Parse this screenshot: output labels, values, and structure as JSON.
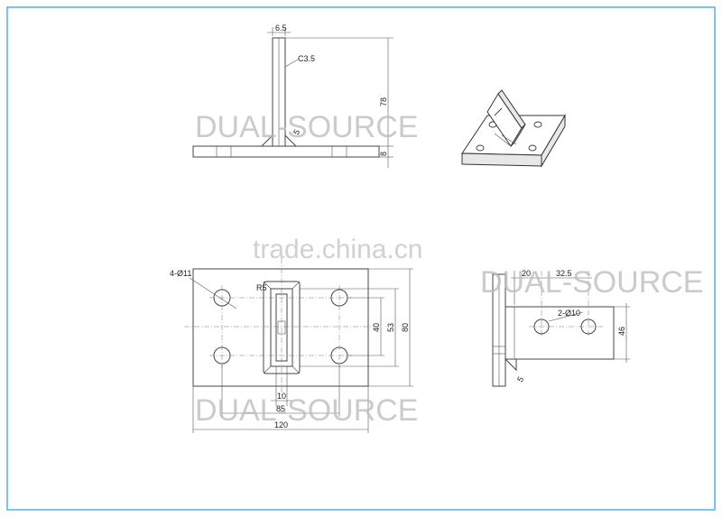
{
  "frame": {
    "border_color": "#4fb3e8",
    "stroke": "#444444"
  },
  "front_view": {
    "dims": {
      "thickness": "6.5",
      "chamfer": "C3.5",
      "height": "78",
      "base_thickness": "8",
      "weld": "5"
    }
  },
  "plan_view": {
    "dims": {
      "holes": "4-Ø11",
      "radius": "R5",
      "spacing_inner": "40",
      "spacing_outer": "53",
      "width_outer": "80",
      "slot_width": "10",
      "slot_length": "85",
      "length": "120"
    }
  },
  "side_view": {
    "dims": {
      "edge": "20",
      "pitch": "32.5",
      "holes": "2-Ø10",
      "height": "46",
      "weld": "5"
    }
  },
  "watermarks": {
    "brand_1": "DUAL-SOURCE",
    "brand_2": "DUAL-SOURCE",
    "brand_3": "DUAL-SOURCE",
    "site": "trade.china.cn"
  }
}
